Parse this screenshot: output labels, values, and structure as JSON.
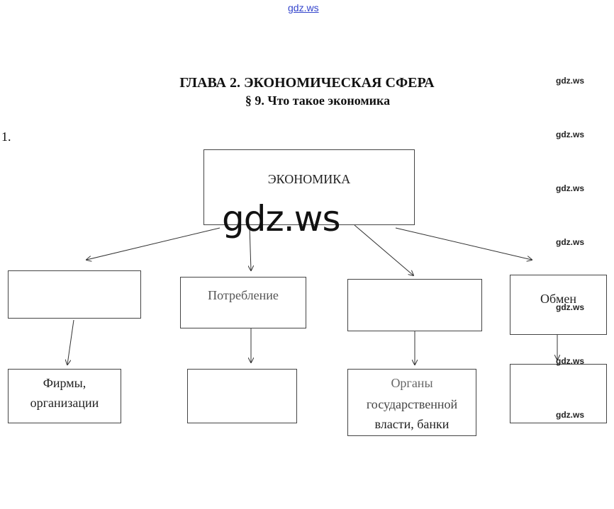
{
  "watermark_top": "gdz.ws",
  "watermark_big": "gdz.ws",
  "watermark_side": [
    "gdz.ws",
    "gdz.ws",
    "gdz.ws",
    "gdz.ws",
    "gdz.ws",
    "gdz.ws",
    "gdz.ws"
  ],
  "title": "ГЛАВА 2. ЭКОНОМИЧЕСКАЯ СФЕРА",
  "subtitle": "§ 9. Что такое экономика",
  "task_number": "1.",
  "diagram": {
    "root": "ЭКОНОМИКА",
    "row1": [
      "",
      "Потребление",
      "",
      "Обмен"
    ],
    "row2": [
      [
        "Фирмы,",
        "организации"
      ],
      [],
      [
        "Органы",
        "государственной",
        "власти, банки"
      ],
      []
    ]
  }
}
